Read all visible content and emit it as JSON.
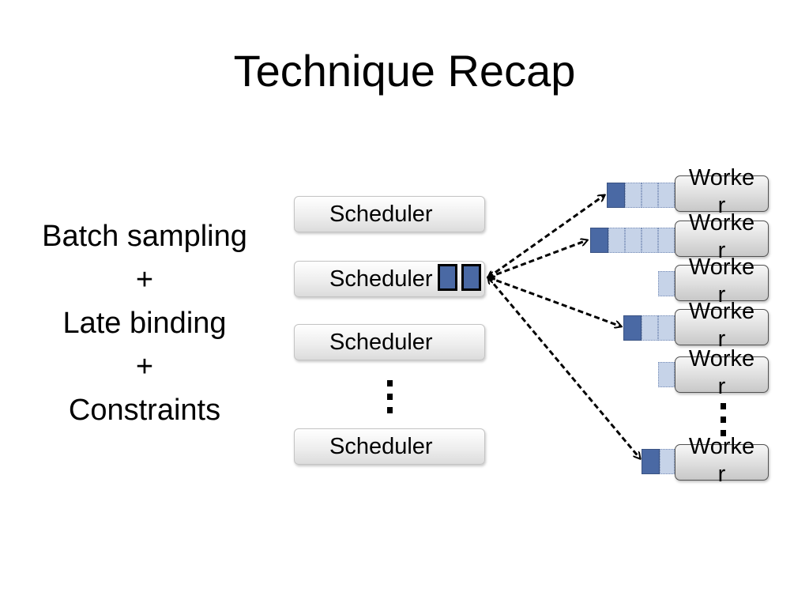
{
  "title": "Technique Recap",
  "left": {
    "line1": "Batch sampling",
    "plus1": "+",
    "line2": "Late binding",
    "plus2": "+",
    "line3": "Constraints"
  },
  "schedulers": {
    "s1": "Scheduler",
    "s2": "Scheduler",
    "s3": "Scheduler",
    "s4": "Scheduler"
  },
  "workers": {
    "w1": "Worker",
    "w2": "Worker",
    "w3": "Worker",
    "w4": "Worker",
    "w5": "Worker",
    "w6": "Worker"
  },
  "colors": {
    "reservation_dark": "#4a69a4",
    "reservation_light": "#c6d3e8"
  }
}
